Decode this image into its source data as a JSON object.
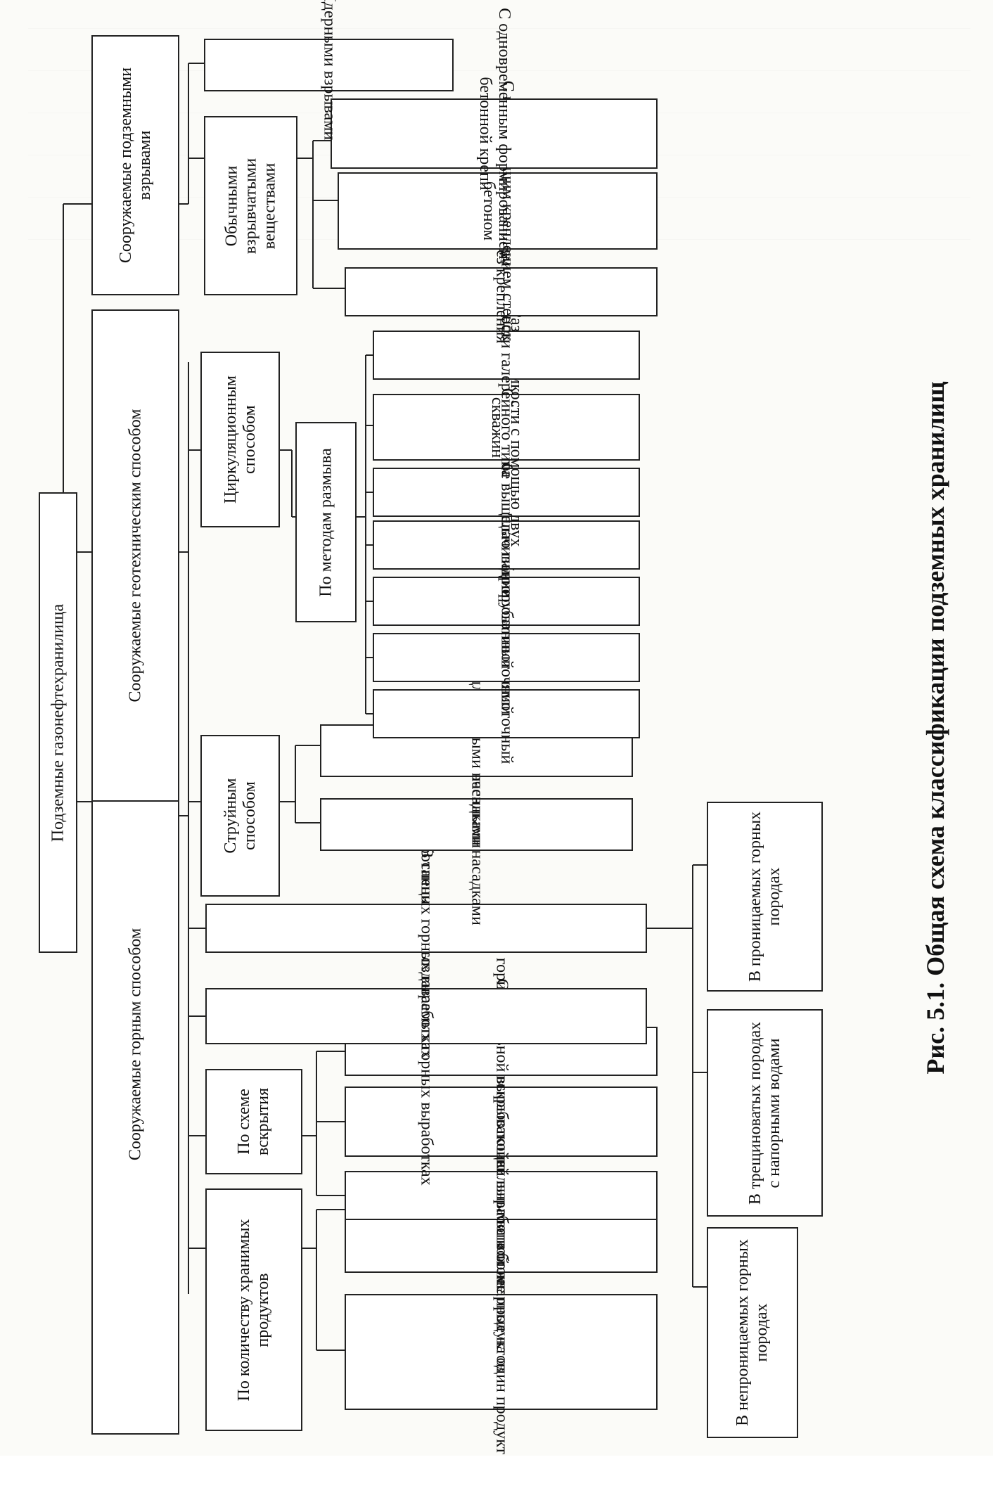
{
  "diagram": {
    "root": "Подземные газонефтехранилища",
    "branches": [
      {
        "label": "Сооружаемые горным способом",
        "groups": [
          {
            "label": "По количеству хранимых продуктов",
            "items": [
              "Одинарные на один продукт",
              "Комплексные на два и более продуктов"
            ]
          },
          {
            "label": "По схеме вскрытия",
            "items": [
              "С вертикальным стволом",
              "С наклонной вскрывающей выработкой",
              "С горизонтальной выработкой"
            ]
          },
          {
            "label": "В специально создаваемых горных выработках"
          },
          {
            "label": "В отработанных горных выработках"
          }
        ],
        "rock_types": [
          "В непроницаемых горных породах",
          "В трещиноватых породах с напорными водами",
          "В проницаемых горных породах"
        ]
      },
      {
        "label": "Сооружаемые геотехническим способом",
        "groups": [
          {
            "label": "Струйным способом",
            "items": [
              "С укороченными насадками",
              "С удлиненными насадками"
            ]
          },
          {
            "label": "Циркуляционным способом",
            "sublabel": "По методам размыва",
            "items": [
              "Прямоточный",
              "Противоточный",
              "Комбинированный",
              "С помощью гидроруба",
              "Ступенчатое выщелачивание",
              "Размыв емкости с помощью двух скважин",
              "Размыв емкости галерейного типа"
            ]
          }
        ]
      },
      {
        "label": "Сооружаемые подземными взрывами",
        "groups": [
          {
            "label": "Обычными взрывчатыми веществами",
            "items": [
              "Без крепления",
              "С последующим креплением стенок бетоном",
              "С одновременным формированием бетонной крепи"
            ]
          },
          {
            "label": "Ядерными взрывами"
          }
        ]
      }
    ]
  },
  "caption": "Рис. 5.1. Общая схема классификации подземных хранилищ"
}
